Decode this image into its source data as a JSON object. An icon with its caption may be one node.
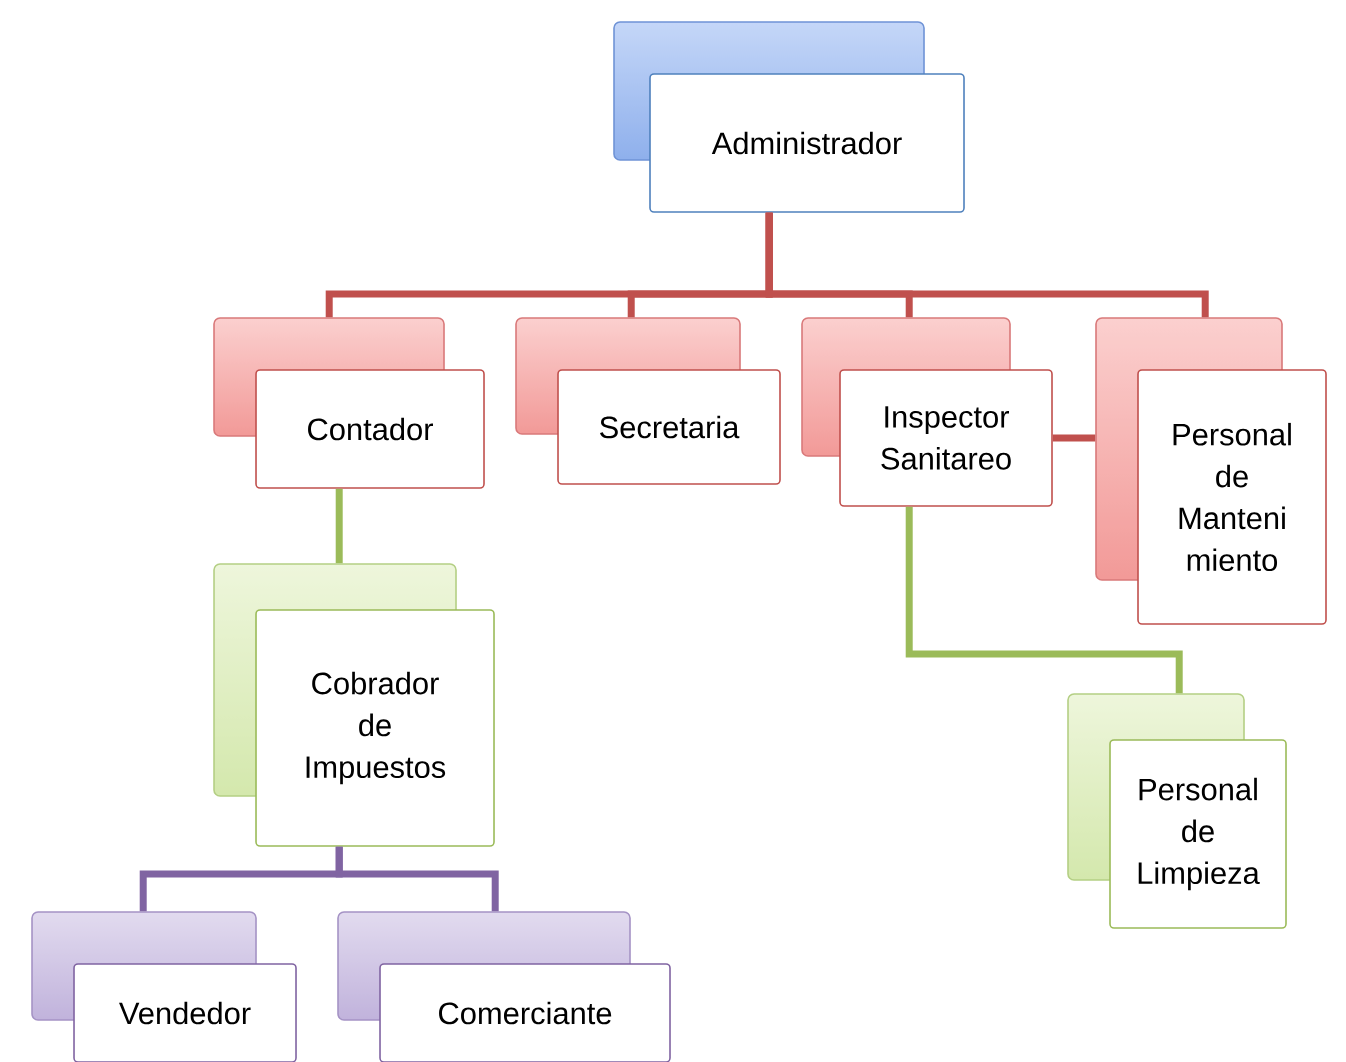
{
  "diagram": {
    "nodes": [
      {
        "text": [
          "Administrador"
        ]
      },
      {
        "text": [
          "Contador"
        ]
      },
      {
        "text": [
          "Secretaria"
        ]
      },
      {
        "text": [
          "Inspector Sanitareo"
        ]
      },
      {
        "text": [
          "Personal de Manteni miento"
        ]
      },
      {
        "text": [
          "Cobrador de Impuestos"
        ]
      },
      {
        "text": [
          "Personal de Limpieza"
        ]
      },
      {
        "text": [
          "Vendedor"
        ]
      },
      {
        "text": [
          "Comerciante"
        ]
      }
    ],
    "edges": [
      {
        "from": 0,
        "to": 1,
        "arrow": "none",
        "color": "#c0504d"
      },
      {
        "from": 0,
        "to": 2,
        "arrow": "none",
        "color": "#c0504d"
      },
      {
        "from": 0,
        "to": 3,
        "arrow": "none",
        "color": "#c0504d"
      },
      {
        "from": 0,
        "to": 4,
        "arrow": "none",
        "color": "#c0504d"
      },
      {
        "from": 3,
        "to": 4,
        "arrow": "none",
        "color": "#c0504d"
      },
      {
        "from": 1,
        "to": 5,
        "arrow": "none",
        "color": "#9bbb59"
      },
      {
        "from": 3,
        "to": 6,
        "arrow": "none",
        "color": "#9bbb59"
      },
      {
        "from": 5,
        "to": 7,
        "arrow": "none",
        "color": "#8064a2"
      },
      {
        "from": 5,
        "to": 8,
        "arrow": "none",
        "color": "#8064a2"
      }
    ]
  }
}
